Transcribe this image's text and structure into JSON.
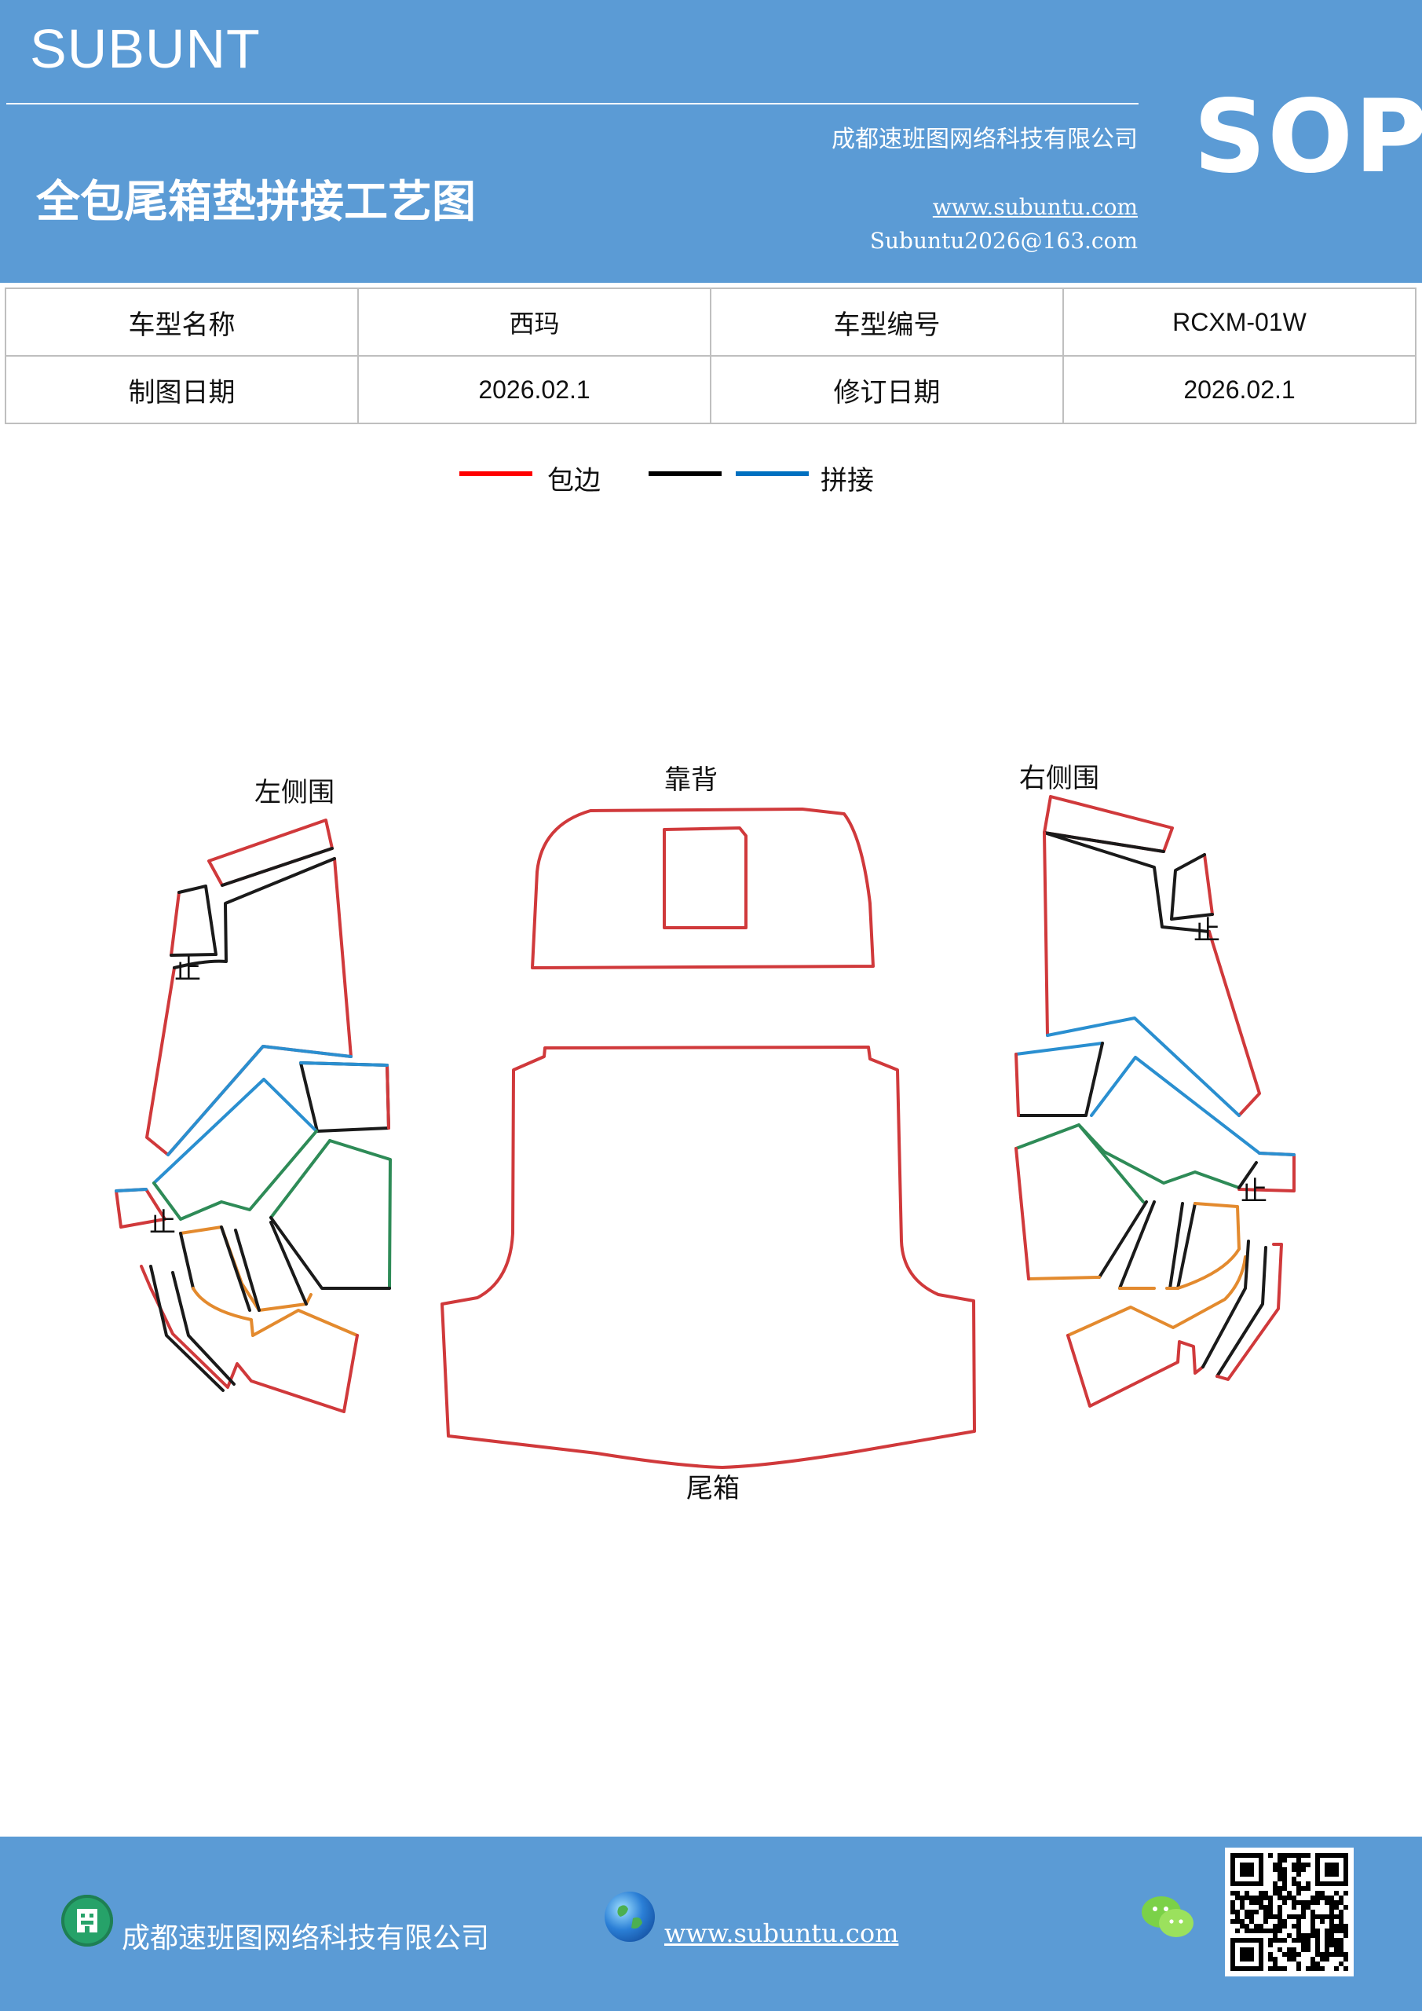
{
  "header": {
    "brand": "SUBUNT",
    "sop": "SOP",
    "company": "成都速班图网络科技有限公司",
    "title": "全包尾箱垫拼接工艺图",
    "website": "www.subuntu.com",
    "email": "Subuntu2026@163.com"
  },
  "info_table": {
    "rows": [
      [
        {
          "label": "车型名称"
        },
        {
          "value": "西玛"
        },
        {
          "label": "车型编号"
        },
        {
          "value": "RCXM-01W"
        }
      ],
      [
        {
          "label": "制图日期"
        },
        {
          "value": "2026.02.1"
        },
        {
          "label": "修订日期"
        },
        {
          "value": "2026.02.1"
        }
      ]
    ]
  },
  "legend": {
    "items": [
      {
        "label": "包边",
        "color": "#ff0000"
      },
      {
        "label": "",
        "color": "#000000"
      },
      {
        "label": "拼接",
        "color": "#0070c0"
      }
    ]
  },
  "diagram": {
    "labels": {
      "left": "左侧围",
      "back": "靠背",
      "right": "右侧围",
      "trunk": "尾箱",
      "stop": "止"
    },
    "colors": {
      "edge": "#d0393b",
      "seam_black": "#1a1a1a",
      "seam_blue": "#2a8fd0",
      "seam_green": "#2e8b57",
      "seam_orange": "#e38a2e"
    }
  },
  "footer": {
    "company": "成都速班图网络科技有限公司",
    "website": "www.subuntu.com",
    "icons": [
      "building-icon",
      "globe-icon",
      "wechat-icon",
      "qr-code"
    ]
  }
}
